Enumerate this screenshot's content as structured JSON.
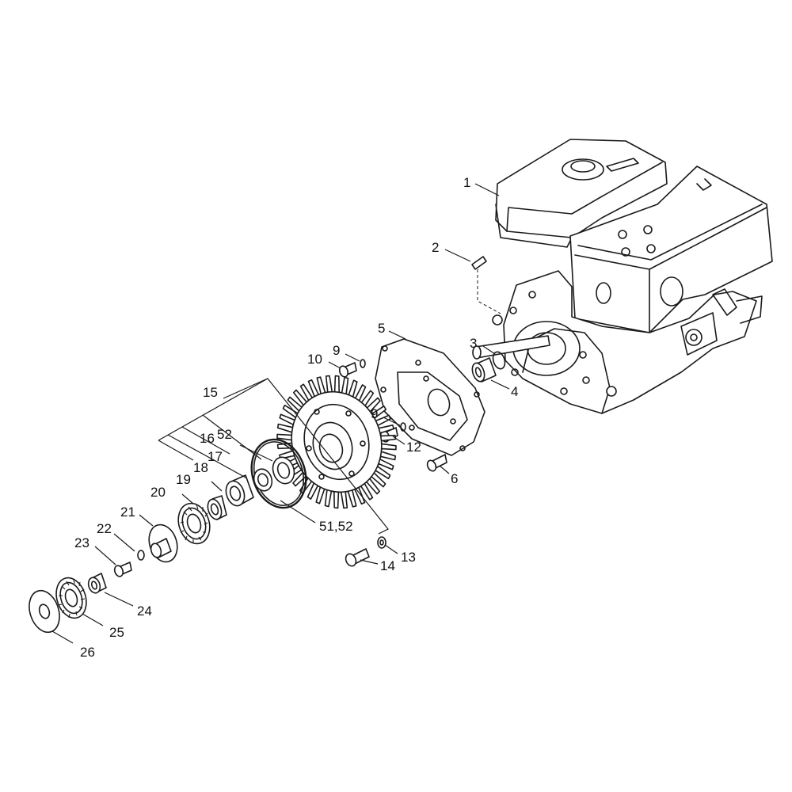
{
  "callouts": [
    {
      "id": "c1",
      "text": "1"
    },
    {
      "id": "c2",
      "text": "2"
    },
    {
      "id": "c3",
      "text": "3"
    },
    {
      "id": "c4",
      "text": "4"
    },
    {
      "id": "c5",
      "text": "5"
    },
    {
      "id": "c6",
      "text": "6"
    },
    {
      "id": "c9a",
      "text": "9"
    },
    {
      "id": "c9b",
      "text": "9"
    },
    {
      "id": "c10",
      "text": "10"
    },
    {
      "id": "c12",
      "text": "12"
    },
    {
      "id": "c13",
      "text": "13"
    },
    {
      "id": "c14",
      "text": "14"
    },
    {
      "id": "c15",
      "text": "15"
    },
    {
      "id": "c16",
      "text": "16"
    },
    {
      "id": "c17",
      "text": "17"
    },
    {
      "id": "c18",
      "text": "18"
    },
    {
      "id": "c19",
      "text": "19"
    },
    {
      "id": "c20",
      "text": "20"
    },
    {
      "id": "c21",
      "text": "21"
    },
    {
      "id": "c22",
      "text": "22"
    },
    {
      "id": "c23",
      "text": "23"
    },
    {
      "id": "c24",
      "text": "24"
    },
    {
      "id": "c25",
      "text": "25"
    },
    {
      "id": "c26",
      "text": "26"
    },
    {
      "id": "c52",
      "text": "52"
    },
    {
      "id": "c5152",
      "text": "51,52"
    }
  ]
}
